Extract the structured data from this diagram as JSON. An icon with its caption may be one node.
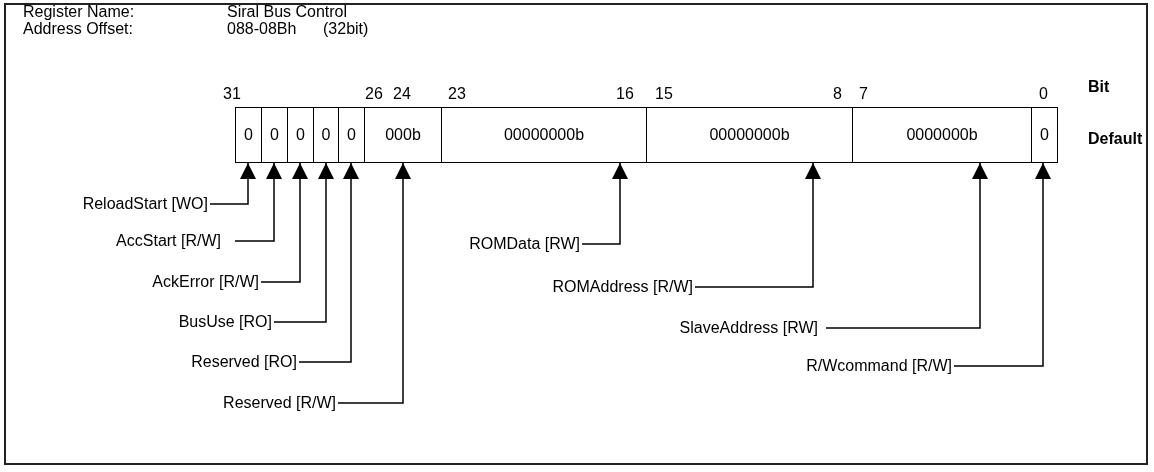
{
  "diagram": {
    "nodes": [
      {
        "text": [
          "0"
        ]
      },
      {
        "text": [
          "0"
        ]
      },
      {
        "text": [
          "0"
        ]
      },
      {
        "text": [
          "0"
        ]
      },
      {
        "text": [
          "0"
        ]
      },
      {
        "text": [
          "000b"
        ]
      },
      {
        "text": [
          "00000000b"
        ]
      },
      {
        "text": [
          "00000000b"
        ]
      },
      {
        "text": [
          "0000000b"
        ]
      },
      {
        "text": [
          "0"
        ]
      },
      {
        "text": [
          "ReloadStart [WO]"
        ]
      },
      {
        "text": [
          "AccStart [R/W]"
        ]
      },
      {
        "text": [
          "AckError [R/W]"
        ]
      },
      {
        "text": [
          "BusUse [RO]"
        ]
      },
      {
        "text": [
          "Reserved [RO]"
        ]
      },
      {
        "text": [
          "Reserved [R/W]"
        ]
      },
      {
        "text": [
          "ROMData [RW]"
        ]
      },
      {
        "text": [
          "ROMAddress [R/W]"
        ]
      },
      {
        "text": [
          "SlaveAddress [RW]"
        ]
      },
      {
        "text": [
          "R/Wcommand [R/W]"
        ]
      }
    ],
    "edges": [
      {
        "from": 10,
        "to": 0,
        "arrow": "to"
      },
      {
        "from": 11,
        "to": 1,
        "arrow": "to"
      },
      {
        "from": 12,
        "to": 2,
        "arrow": "to"
      },
      {
        "from": 13,
        "to": 3,
        "arrow": "to"
      },
      {
        "from": 14,
        "to": 4,
        "arrow": "to"
      },
      {
        "from": 15,
        "to": 5,
        "arrow": "to"
      },
      {
        "from": 16,
        "to": 6,
        "arrow": "to"
      },
      {
        "from": 17,
        "to": 7,
        "arrow": "to"
      },
      {
        "from": 18,
        "to": 8,
        "arrow": "to"
      },
      {
        "from": 19,
        "to": 9,
        "arrow": "to"
      }
    ],
    "labels": [
      "Register Name:",
      "Siral Bus Control",
      "Address Offset:",
      "088-08Bh",
      "(32bit)",
      "31",
      "26",
      "24",
      "23",
      "16",
      "15",
      "8",
      "7",
      "0",
      "Bit",
      "Default"
    ]
  }
}
